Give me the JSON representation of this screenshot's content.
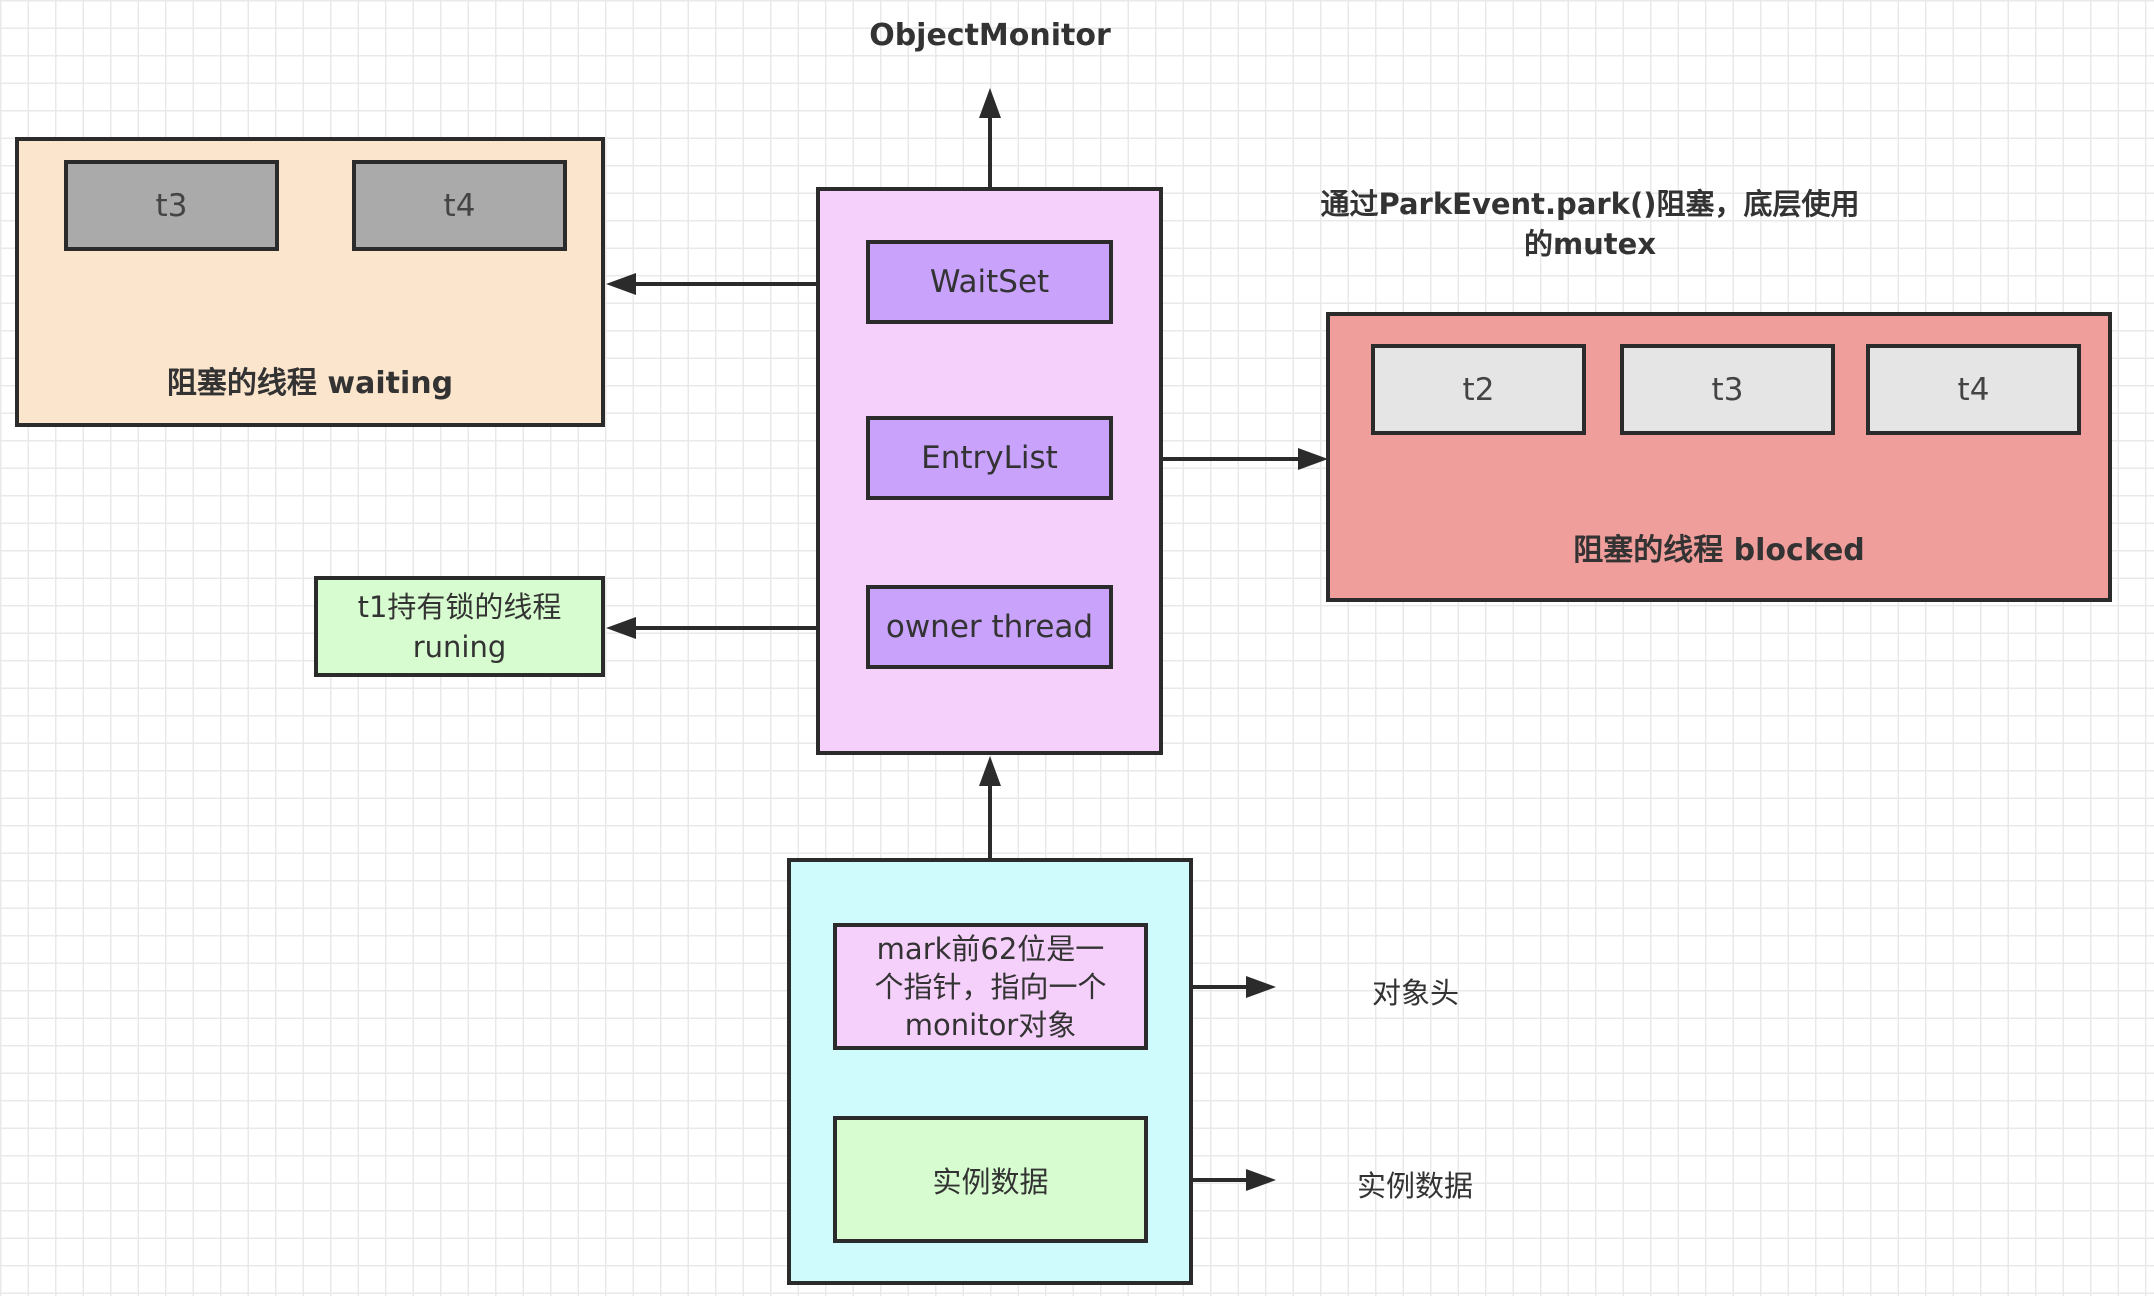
{
  "object_monitor_label": "ObjectMonitor",
  "waiting_group": {
    "threads": [
      "t3",
      "t4"
    ],
    "caption": "阻塞的线程 waiting",
    "fill": "#fbe5cd"
  },
  "monitor": {
    "fill": "#f5d0fa",
    "slots": {
      "waitset": "WaitSet",
      "entrylist": "EntryList",
      "owner": "owner thread"
    },
    "slot_fill": "#c8a2fb"
  },
  "blocked_note": {
    "line1": "通过ParkEvent.park()阻塞，底层使用",
    "line2": "的mutex"
  },
  "blocked_group": {
    "threads": [
      "t2",
      "t3",
      "t4"
    ],
    "caption": "阻塞的线程 blocked",
    "fill": "#f09e9b"
  },
  "owner_box": {
    "line1": "t1持有锁的线程",
    "line2": "runing",
    "fill": "#d7fccf"
  },
  "object": {
    "fill": "#d0fbfc",
    "mark": {
      "line1": "mark前62位是一",
      "line2": "个指针，指向一个",
      "line3": "monitor对象"
    },
    "instance": "实例数据"
  },
  "right_labels": {
    "header": "对象头",
    "instance": "实例数据"
  }
}
